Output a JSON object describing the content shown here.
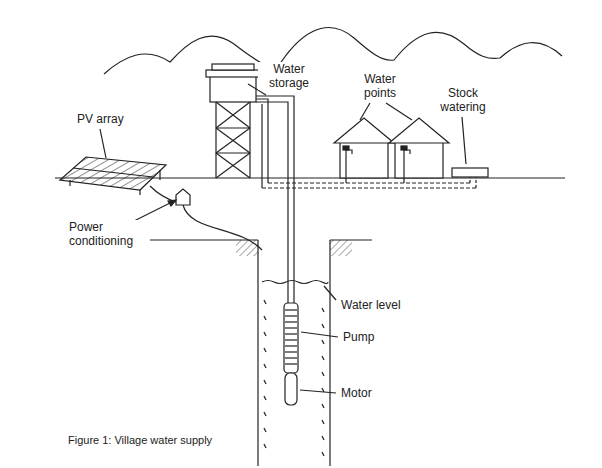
{
  "diagram": {
    "caption": "Figure 1: Village water supply",
    "labels": [
      "Water storage",
      "Water points",
      "Stock watering",
      "PV array",
      "Power conditioning",
      "Water level",
      "Pump",
      "Motor"
    ]
  }
}
